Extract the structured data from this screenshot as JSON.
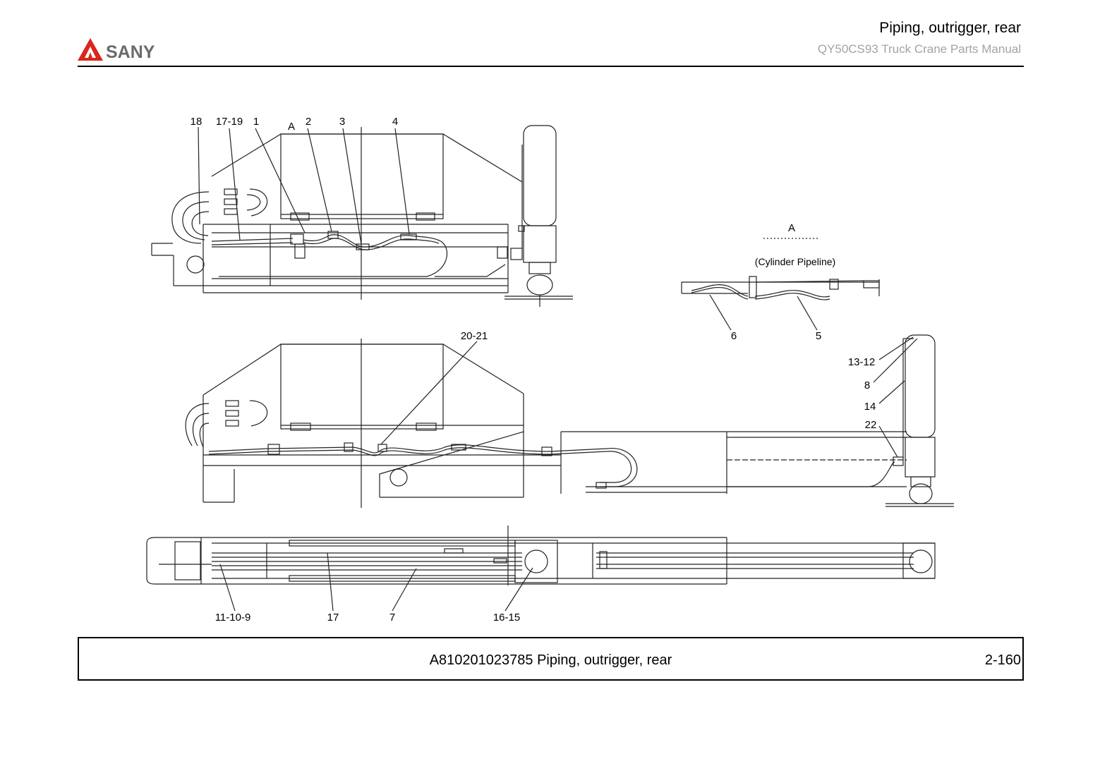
{
  "header": {
    "logo_text": "SANY",
    "title": "Piping, outrigger, rear",
    "subtitle": "QY50CS93 Truck Crane  Parts Manual"
  },
  "drawing": {
    "top_view_callouts": [
      "18",
      "17-19",
      "1",
      "A",
      "2",
      "3",
      "4"
    ],
    "detail_view": {
      "label": "A",
      "caption": "(Cylinder Pipeline)",
      "callouts": [
        "6",
        "5"
      ]
    },
    "extended_view_callouts": [
      "20-21",
      "13-12",
      "8",
      "14",
      "22"
    ],
    "plan_view_callouts": [
      "11-10-9",
      "17",
      "7",
      "16-15"
    ]
  },
  "footer": {
    "caption": "A810201023785 Piping, outrigger, rear",
    "page_number": "2-160"
  },
  "colors": {
    "logo_red": "#d9261c",
    "subtitle_gray": "#a3a3a3",
    "line": "#222222"
  }
}
